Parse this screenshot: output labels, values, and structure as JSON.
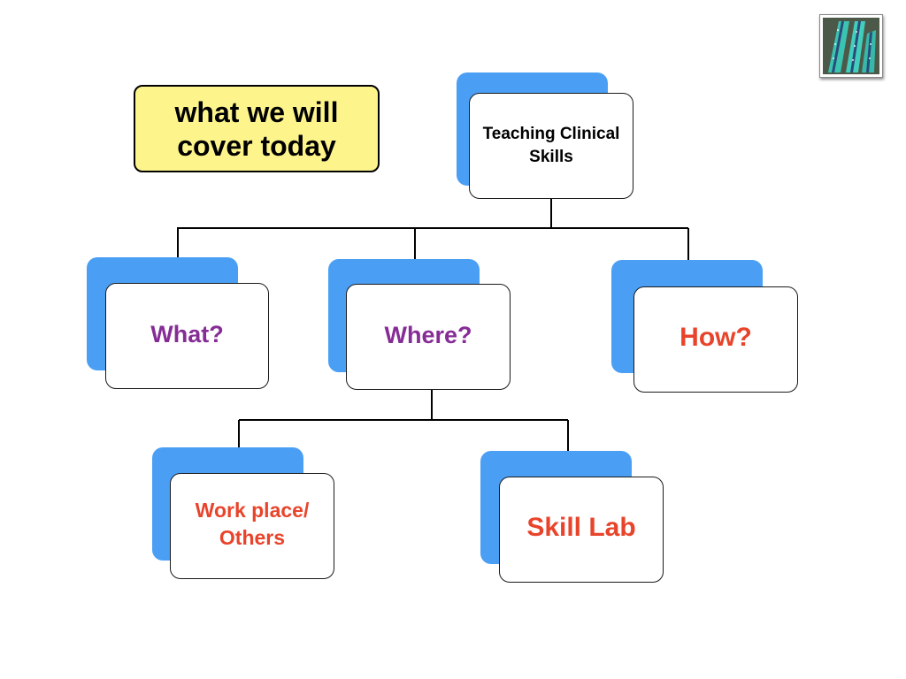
{
  "callout": {
    "text": "what we will cover today"
  },
  "nodes": {
    "root": "Teaching Clinical Skills",
    "what": "What?",
    "where": "Where?",
    "how": "How?",
    "workplace": "Work place/ Others",
    "skill_lab": "Skill Lab"
  },
  "colors": {
    "callout_fill": "#fdf58c",
    "node_shadow": "#4a9ff5",
    "purple_text": "#862c96",
    "red_text": "#e8442b"
  },
  "icons": {
    "logo": "striped-tie-logo-icon"
  }
}
